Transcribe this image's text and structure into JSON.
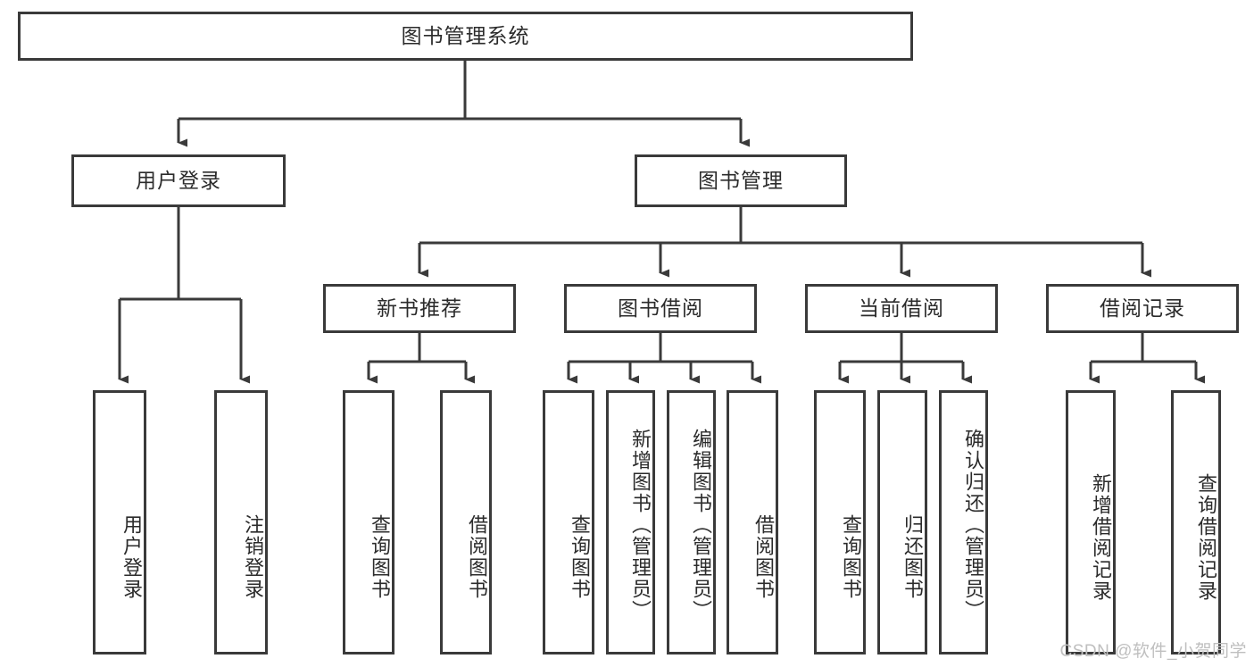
{
  "diagram": {
    "type": "tree",
    "title": "图书管理系统",
    "watermark": "CSDN @软件_小贺同学",
    "colors": {
      "box_border": "#3a3a3a",
      "box_fill": "#ffffff",
      "text": "#2b2b2b",
      "edge": "#3a3a3a",
      "watermark": "#bfbfbf",
      "background": "#ffffff"
    },
    "levels": {
      "root": {
        "label": "图书管理系统"
      },
      "level2": [
        {
          "label": "用户登录"
        },
        {
          "label": "图书管理"
        }
      ],
      "level3": [
        {
          "label": "新书推荐"
        },
        {
          "label": "图书借阅"
        },
        {
          "label": "当前借阅"
        },
        {
          "label": "借阅记录"
        }
      ],
      "leaves": {
        "user_login": [
          {
            "label": "用户登录"
          },
          {
            "label": "注销登录"
          }
        ],
        "new_book_recommend": [
          {
            "label": "查询图书"
          },
          {
            "label": "借阅图书"
          }
        ],
        "book_borrow": [
          {
            "label": "查询图书"
          },
          {
            "label": "新增图书（管理员）"
          },
          {
            "label": "编辑图书（管理员）"
          },
          {
            "label": "借阅图书"
          }
        ],
        "current_borrow": [
          {
            "label": "查询图书"
          },
          {
            "label": "归还图书"
          },
          {
            "label": "确认归还（管理员）"
          }
        ],
        "borrow_record": [
          {
            "label": "新增借阅记录"
          },
          {
            "label": "查询借阅记录"
          }
        ]
      }
    },
    "edges": [
      {
        "from": "图书管理系统",
        "to": "用户登录"
      },
      {
        "from": "图书管理系统",
        "to": "图书管理"
      },
      {
        "from": "用户登录",
        "to": "用户登录"
      },
      {
        "from": "用户登录",
        "to": "注销登录"
      },
      {
        "from": "图书管理",
        "to": "新书推荐"
      },
      {
        "from": "图书管理",
        "to": "图书借阅"
      },
      {
        "from": "图书管理",
        "to": "当前借阅"
      },
      {
        "from": "图书管理",
        "to": "借阅记录"
      },
      {
        "from": "新书推荐",
        "to": "查询图书"
      },
      {
        "from": "新书推荐",
        "to": "借阅图书"
      },
      {
        "from": "图书借阅",
        "to": "查询图书"
      },
      {
        "from": "图书借阅",
        "to": "新增图书（管理员）"
      },
      {
        "from": "图书借阅",
        "to": "编辑图书（管理员）"
      },
      {
        "from": "图书借阅",
        "to": "借阅图书"
      },
      {
        "from": "当前借阅",
        "to": "查询图书"
      },
      {
        "from": "当前借阅",
        "to": "归还图书"
      },
      {
        "from": "当前借阅",
        "to": "确认归还（管理员）"
      },
      {
        "from": "借阅记录",
        "to": "新增借阅记录"
      },
      {
        "from": "借阅记录",
        "to": "查询借阅记录"
      }
    ]
  }
}
